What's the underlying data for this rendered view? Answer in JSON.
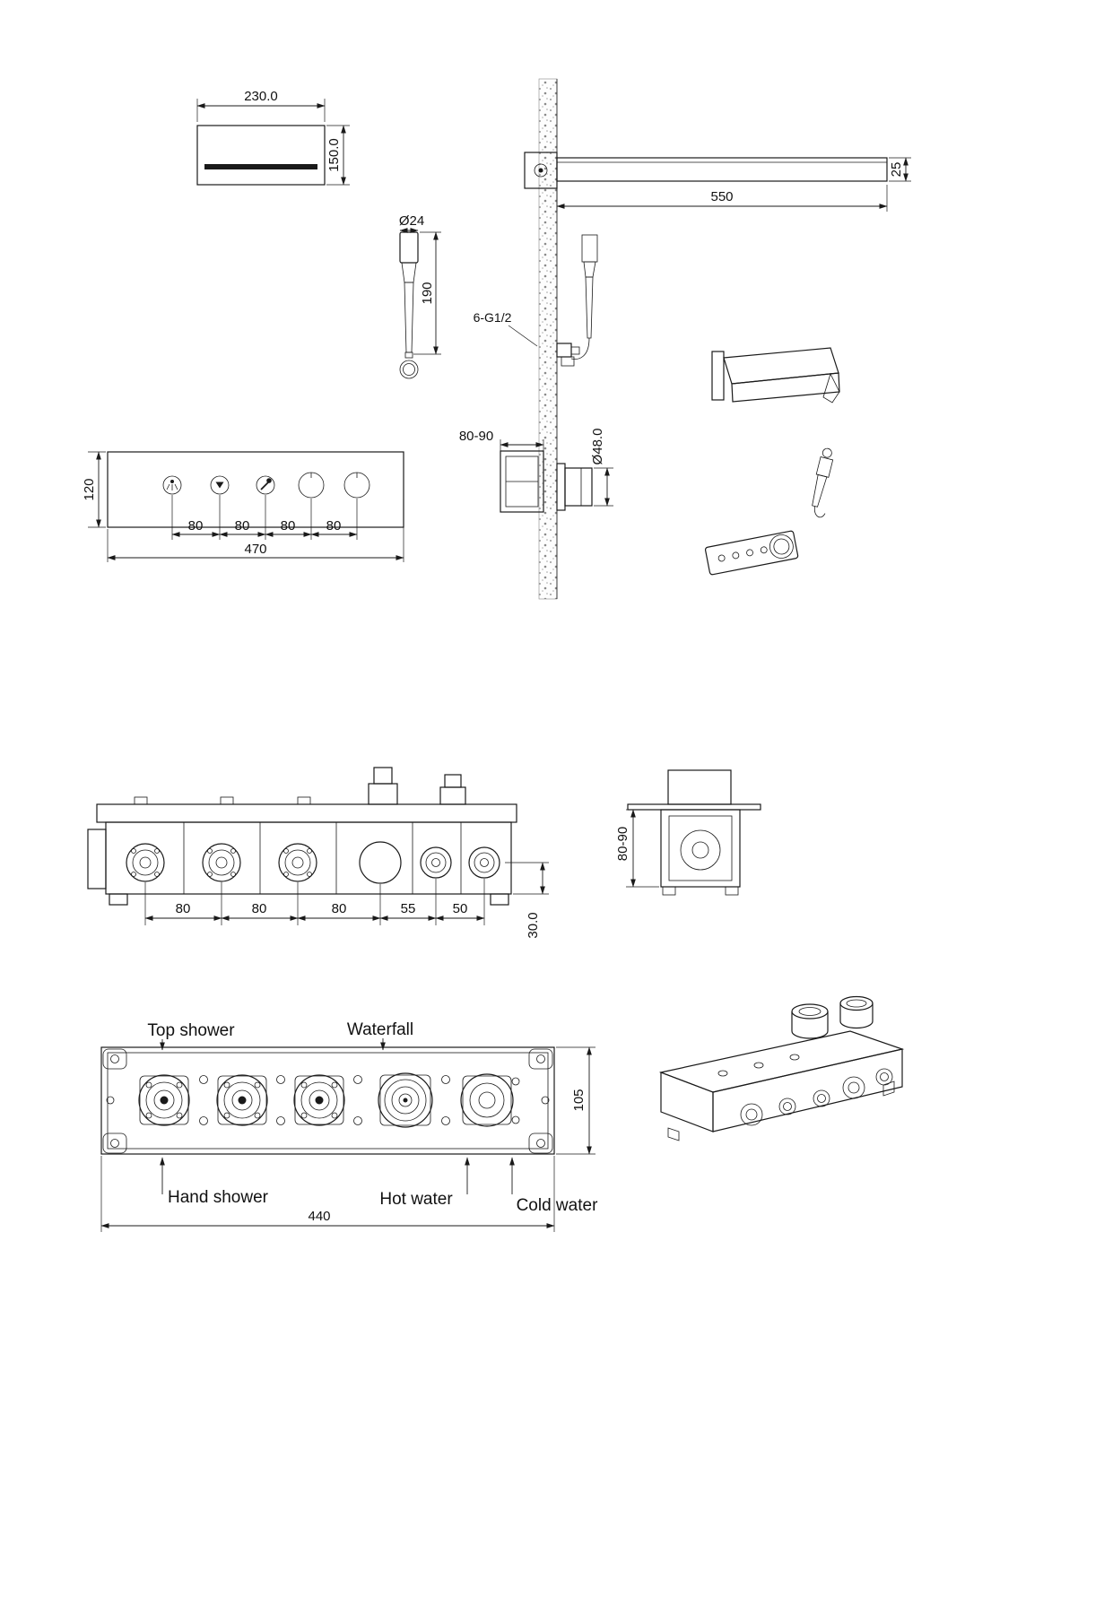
{
  "top": {
    "showerhead": {
      "width": "230.0",
      "height": "150.0"
    },
    "handshower": {
      "diameter": "Ø24",
      "length": "190"
    },
    "arm": {
      "length": "550",
      "thickness": "25"
    },
    "thread_label": "6-G1/2",
    "mixer": {
      "depth": "80-90",
      "knob_diameter": "Ø48.0"
    },
    "panel": {
      "height": "120",
      "spacings": [
        "80",
        "80",
        "80",
        "80"
      ],
      "width": "470"
    }
  },
  "middle": {
    "valve_side": {
      "spacings": [
        "80",
        "80",
        "80",
        "55",
        "50"
      ],
      "base_offset": "30.0"
    },
    "valve_section": {
      "depth": "80-90"
    }
  },
  "bottom": {
    "roughin": {
      "top_shower": "Top shower",
      "waterfall": "Waterfall",
      "hand_shower": "Hand shower",
      "hot_water": "Hot water",
      "cold_water": "Cold water",
      "height": "105",
      "width": "440"
    }
  }
}
